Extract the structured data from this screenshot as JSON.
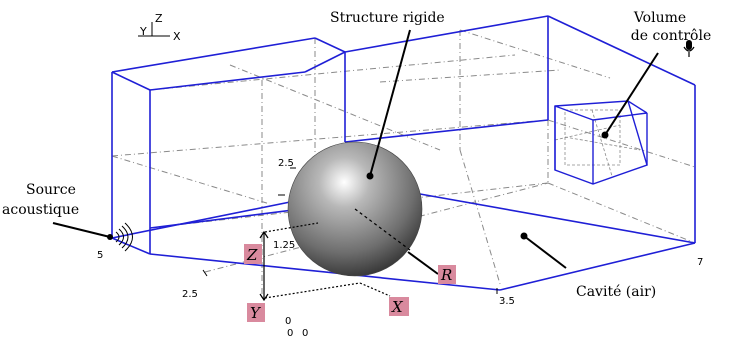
{
  "labels": {
    "rigid_structure": "Structure rigide",
    "control_volume_line1": "Volume",
    "control_volume_line2": "de contrôle",
    "source_line1": "Source",
    "source_line2": "acoustique",
    "cavity": "Cavité (air)"
  },
  "axes": {
    "x": "X",
    "y": "Y",
    "z": "Z"
  },
  "variables": {
    "z": "Z",
    "y": "Y",
    "x": "X",
    "r": "R"
  },
  "ticks": {
    "z_2_5": "2.5",
    "z_1_25": "1.25",
    "y_5": "5",
    "y_2_5": "2.5",
    "y_0": "0",
    "x_0": "0",
    "x_3_5": "3.5",
    "x_7": "7"
  },
  "colors": {
    "box_edges": "#1f1fd6",
    "hidden_lines": "#8a8a8a",
    "label_bg": "#d98a9e",
    "leader_lines": "#000000"
  },
  "icons": {
    "microphone": "microphone-icon",
    "speaker": "speaker-icon"
  }
}
